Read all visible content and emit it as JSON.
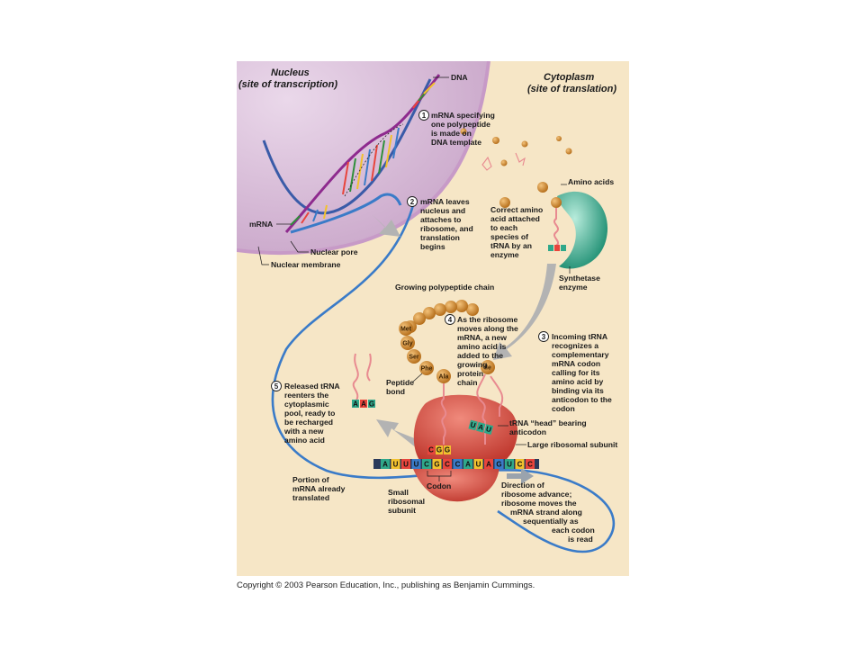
{
  "regions": {
    "nucleus_title": "Nucleus",
    "nucleus_subtitle": "(site of transcription)",
    "cytoplasm_title": "Cytoplasm",
    "cytoplasm_subtitle": "(site of translation)"
  },
  "labels": {
    "dna": "DNA",
    "mrna": "mRNA",
    "nuclear_pore": "Nuclear pore",
    "nuclear_membrane": "Nuclear membrane",
    "amino_acids": "Amino acids",
    "correct_amino": [
      "Correct amino",
      "acid attached",
      "to each",
      "species of",
      "tRNA by an",
      "enzyme"
    ],
    "synthetase": [
      "Synthetase",
      "enzyme"
    ],
    "growing_chain": "Growing polypeptide chain",
    "peptide_bond": [
      "Peptide",
      "bond"
    ],
    "trna_head": [
      "tRNA “head” bearing",
      "anticodon"
    ],
    "large_subunit": "Large ribosomal subunit",
    "small_subunit": [
      "Small",
      "ribosomal",
      "subunit"
    ],
    "codon": "Codon",
    "portion_translated": [
      "Portion of",
      "mRNA already",
      "translated"
    ],
    "direction": [
      "Direction of",
      "ribosome advance;",
      "ribosome moves the",
      "mRNA strand along",
      "sequentially as",
      "each codon",
      "is read"
    ]
  },
  "steps": [
    {
      "num": "1",
      "lines": [
        "mRNA specifying",
        "one polypeptide",
        "is made on",
        "DNA template"
      ]
    },
    {
      "num": "2",
      "lines": [
        "mRNA leaves",
        "nucleus and",
        "attaches to",
        "ribosome, and",
        "translation",
        "begins"
      ]
    },
    {
      "num": "3",
      "lines": [
        "Incoming tRNA",
        "recognizes a",
        "complementary",
        "mRNA codon",
        "calling for its",
        "amino acid by",
        "binding via its",
        "anticodon to the",
        "codon"
      ]
    },
    {
      "num": "4",
      "lines": [
        "As the ribosome",
        "moves along the",
        "mRNA, a new",
        "amino acid is",
        "added to  the",
        "growing",
        "protein",
        "chain"
      ]
    },
    {
      "num": "5",
      "lines": [
        "Released tRNA",
        "reenters the",
        "cytoplasmic",
        "pool, ready to",
        "be recharged",
        "with a new",
        "amino acid"
      ]
    }
  ],
  "amino_chain": [
    "Met",
    "Gly",
    "Ser",
    "Phe",
    "Ala"
  ],
  "incoming_amino": "Ile",
  "released_anticodon": [
    "A",
    "A",
    "G"
  ],
  "ribosome_anticodon_left": [
    "C",
    "G",
    "G"
  ],
  "incoming_anticodon": [
    "U",
    "A",
    "U"
  ],
  "mrna_bases": [
    "A",
    "U",
    "U",
    "U",
    "C",
    "G",
    "C",
    "C",
    "A",
    "U",
    "A",
    "G",
    "U",
    "C",
    "C"
  ],
  "colors": {
    "nucleus": "#d9c2d9",
    "cytoplasm": "#f6e6c6",
    "ribosome": "#d95a4e",
    "synthetase": "#2fa88a",
    "amino_acid": "#c7862b",
    "mrna_strand": "#3a7bc8",
    "trna": "#e88a90",
    "arrow": "#b3b3b3"
  },
  "copyright": "Copyright © 2003 Pearson Education, Inc., publishing as Benjamin Cummings."
}
